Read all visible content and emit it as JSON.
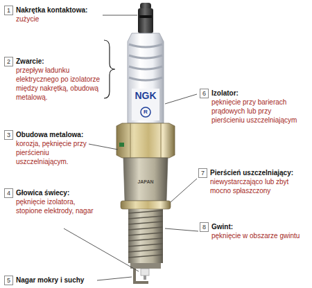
{
  "diagram": {
    "nodes": [
      {
        "text": [
          "1",
          "Nakrętka kontaktowa:",
          "zużycie"
        ]
      },
      {
        "text": [
          "2",
          "Zwarcie:",
          "przepływ ładunku elektrycznego po izolatorze między nakrętką, obudową metalową."
        ]
      },
      {
        "text": [
          "3",
          "Obudowa metalowa:",
          "korozja, pęknięcie przy pierścieniu uszczelniającym."
        ]
      },
      {
        "text": [
          "4",
          "Głowica świecy:",
          "pęknięcie izolatora, stopione elektrody, nagar"
        ]
      },
      {
        "text": [
          "5",
          "Nagar mokry i suchy"
        ]
      },
      {
        "text": [
          "6",
          "Izolator:",
          "pęknięcie przy barierach prądowych lub przy pierścieniu uszczelniającym"
        ]
      },
      {
        "text": [
          "7",
          "Pierścień uszczelniający:",
          "niewystarczająco lub zbyt mocno spłaszczony"
        ]
      },
      {
        "text": [
          "8",
          "Gwint:",
          "pęknięcie w obszarze gwintu"
        ]
      }
    ],
    "labels": [
      "NGK",
      "R",
      "JAPAN"
    ]
  }
}
